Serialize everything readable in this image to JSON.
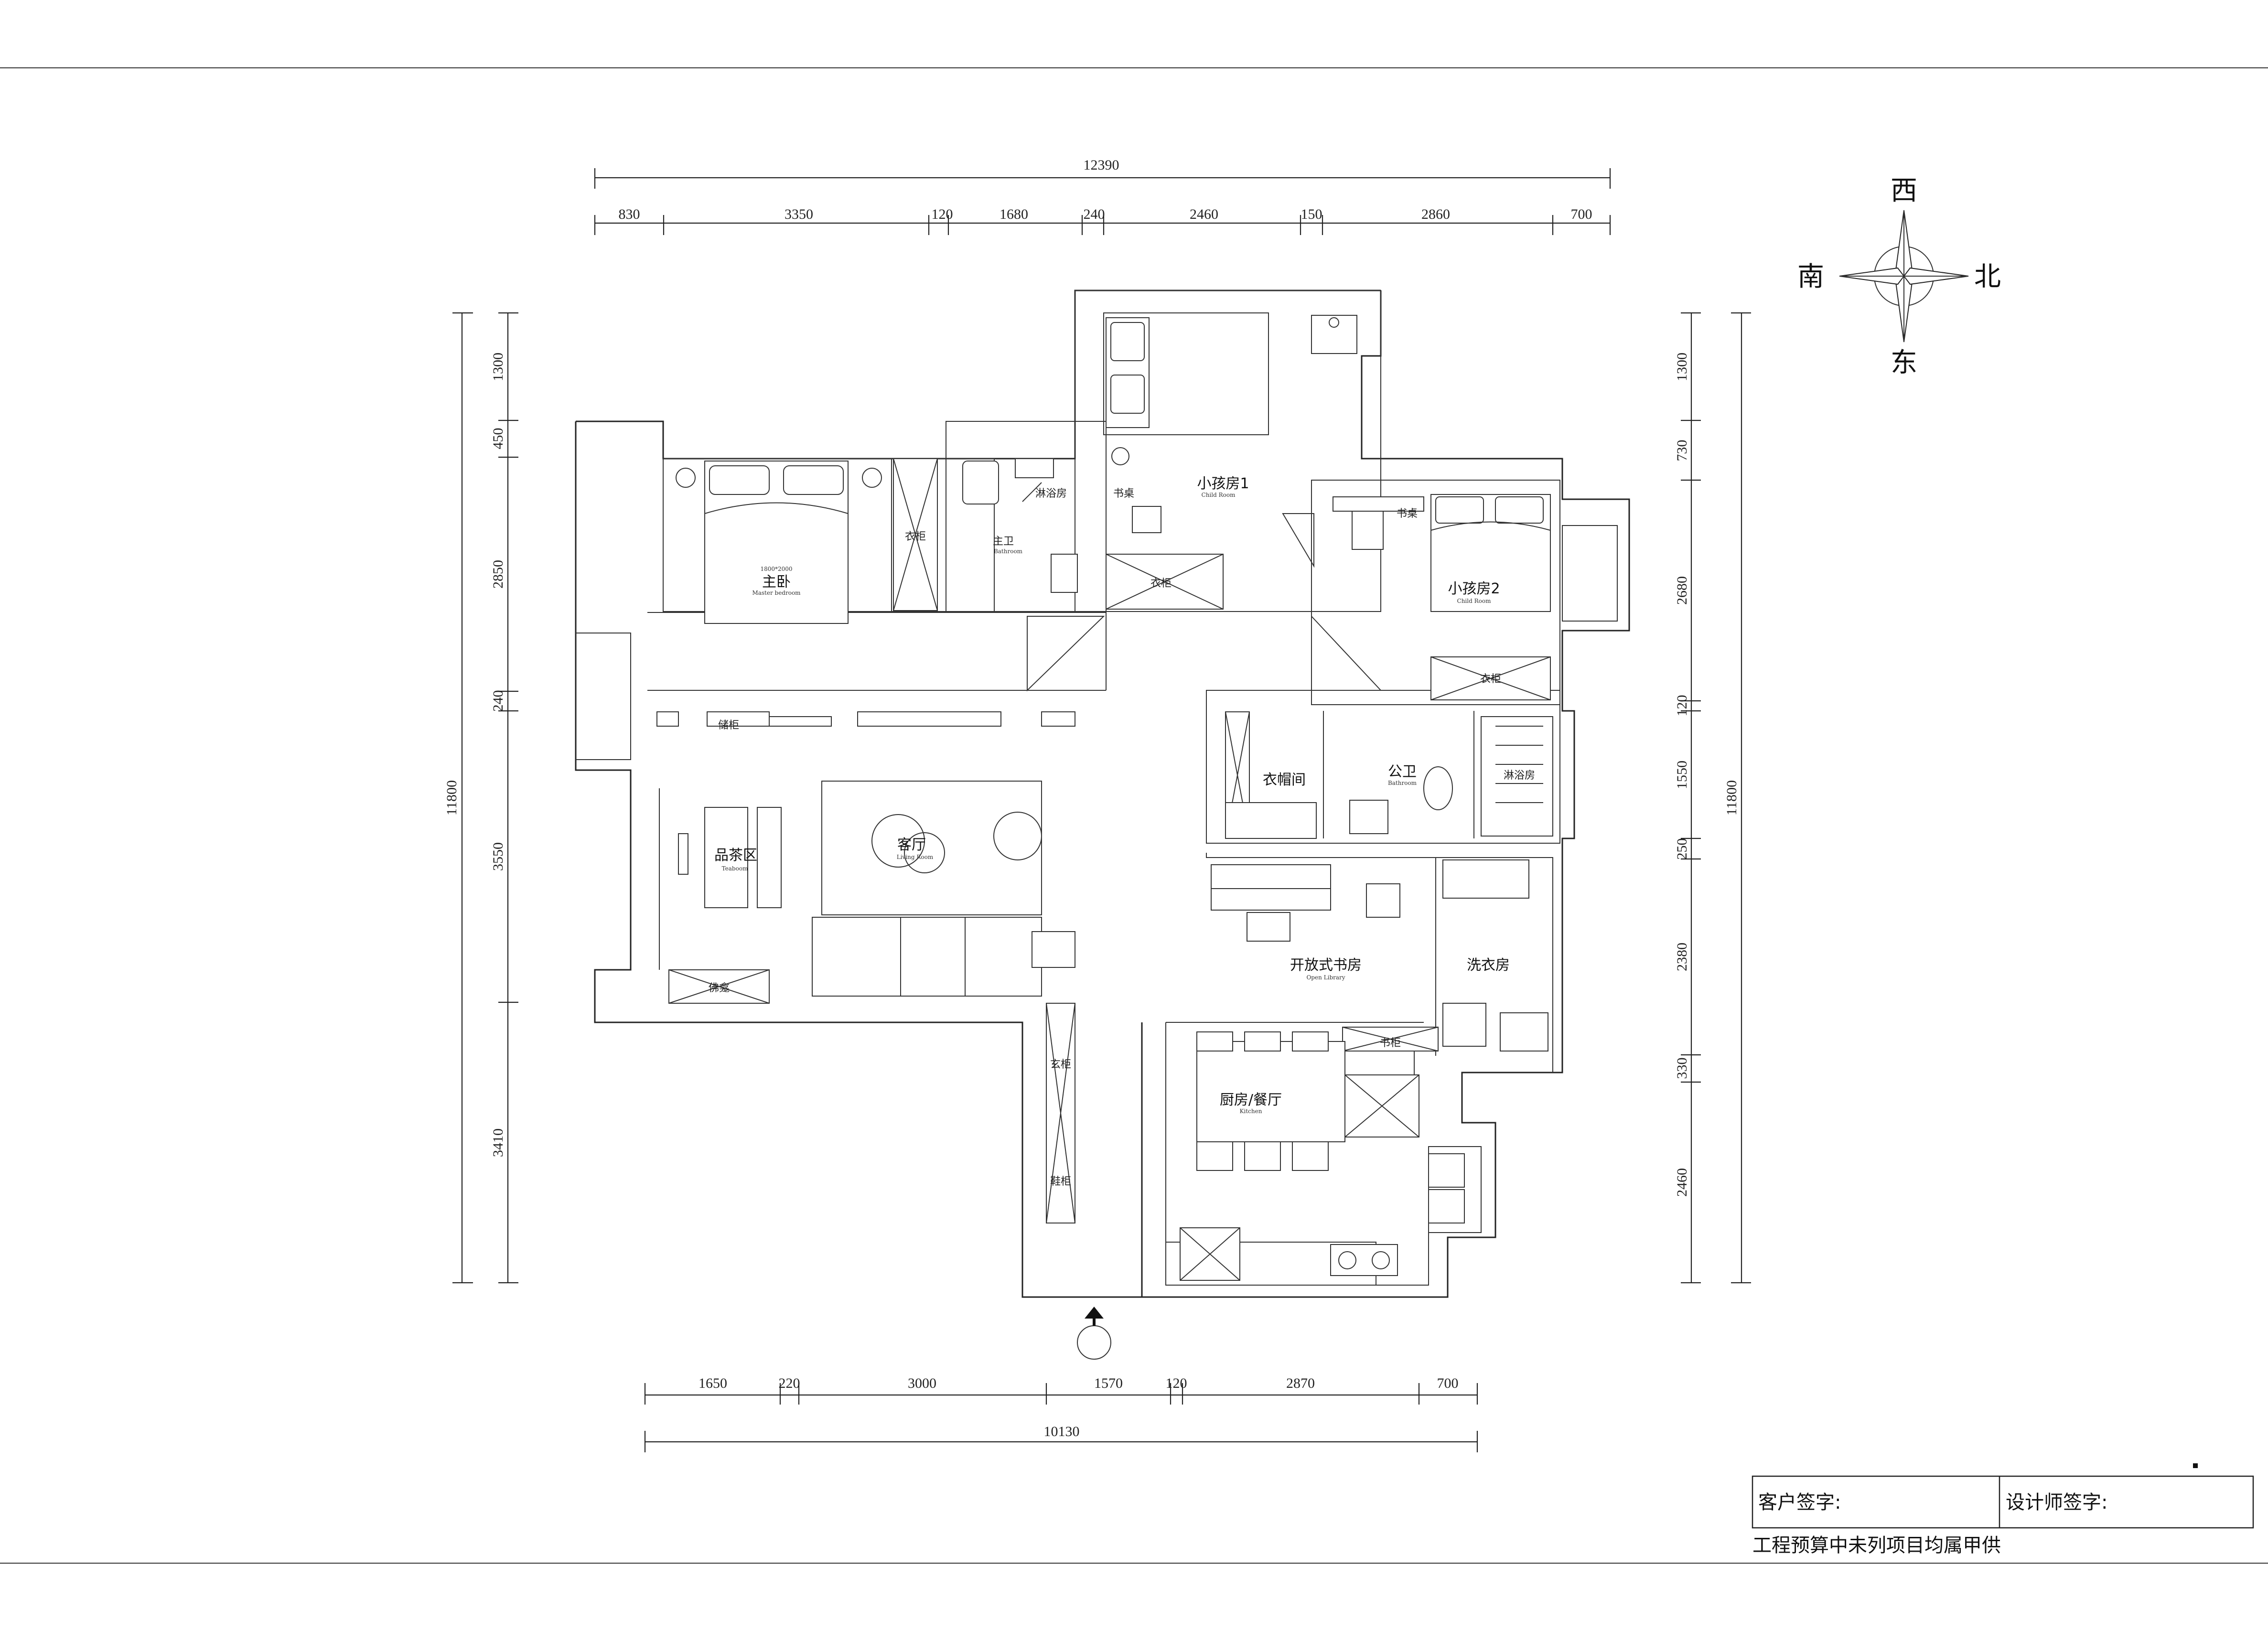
{
  "dimensions": {
    "top_total": "12390",
    "top_segments": [
      "830",
      "3350",
      "120",
      "1680",
      "240",
      "2460",
      "150",
      "2860",
      "700"
    ],
    "bottom_total": "10130",
    "bottom_segments": [
      "1650",
      "220",
      "3000",
      "1570",
      "120",
      "2870",
      "700"
    ],
    "left_total": "11800",
    "left_segments": [
      "1300",
      "450",
      "2850",
      "240",
      "3550",
      "3410"
    ],
    "right_total": "11800",
    "right_segments": [
      "1300",
      "730",
      "2680",
      "120",
      "1550",
      "250",
      "2380",
      "330",
      "2460"
    ]
  },
  "compass": {
    "top": "西",
    "bottom": "东",
    "left": "南",
    "right": "北"
  },
  "rooms": {
    "master_bed_size": "1800*2000",
    "master_bedroom": "主卧",
    "master_bedroom_en": "Master bedroom",
    "master_bath": "主卫",
    "master_bath_en": "Bathroom",
    "shower_a": "淋浴房",
    "wardrobe_a": "衣柜",
    "desk_a": "书桌",
    "child_room_1": "小孩房1",
    "child_room_1_en": "Child Room",
    "wardrobe_b": "衣柜",
    "desk_b": "书桌",
    "child_room_2": "小孩房2",
    "child_room_2_en": "Child Room",
    "wardrobe_c": "衣柜",
    "storage_cabinet": "储柜",
    "tea_area": "品茶区",
    "tea_area_en": "Teaboom",
    "living_room": "客厅",
    "living_room_en": "Living Room",
    "buddha_cabinet": "佛龛",
    "cloakroom": "衣帽间",
    "public_bath": "公卫",
    "public_bath_en": "Bathroom",
    "shower_b": "淋浴房",
    "open_study": "开放式书房",
    "open_study_en": "Open Library",
    "laundry": "洗衣房",
    "bookcase": "书柜",
    "entry_cabinet": "玄柜",
    "shoe_cabinet": "鞋柜",
    "kitchen_dining": "厨房/餐厅",
    "kitchen_en": "Kitchen"
  },
  "signature": {
    "client_label": "客户签字:",
    "designer_label": "设计师签字:",
    "note": "工程预算中未列项目均属甲供"
  }
}
